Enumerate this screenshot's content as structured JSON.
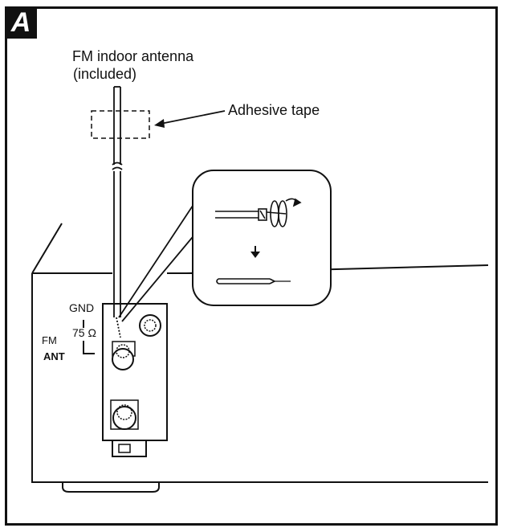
{
  "figure": {
    "panel_letter": "A",
    "antenna_label_line1": "FM indoor antenna",
    "antenna_label_line2": "(included)",
    "tape_label": "Adhesive tape",
    "gnd_label": "GND",
    "ohm_label": "75 Ω",
    "fm_label": "FM",
    "ant_label": "ANT"
  },
  "colors": {
    "ink": "#111111",
    "paper": "#ffffff"
  }
}
